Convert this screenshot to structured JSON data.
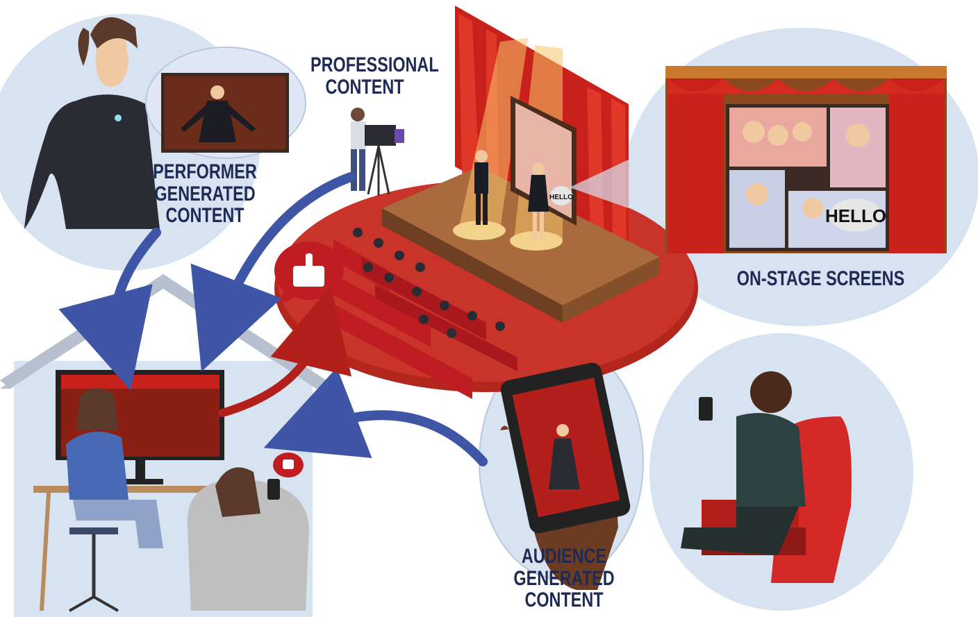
{
  "labels": {
    "professional": [
      "PROFESSIONAL",
      "CONTENT"
    ],
    "performer": [
      "PERFORMER",
      "GENERATED",
      "CONTENT"
    ],
    "onstage": "ON-STAGE SCREENS",
    "audience": [
      "AUDIENCE",
      "GENERATED",
      "CONTENT"
    ]
  },
  "screen_text": {
    "hello_large": "HELLO",
    "hello_small": "HELLO"
  },
  "colors": {
    "bubble": "#d8e3f2",
    "arrow_blue": "#3f55a6",
    "arrow_red": "#b3201c",
    "curtain": "#c8201a",
    "stage_floor": "#9a6238",
    "label_text": "#1f2a55"
  },
  "icons": [
    "thumbs-up-icon",
    "video-camera-icon",
    "smartphone-icon",
    "monitor-icon",
    "house-icon",
    "theater-seat-icon"
  ]
}
